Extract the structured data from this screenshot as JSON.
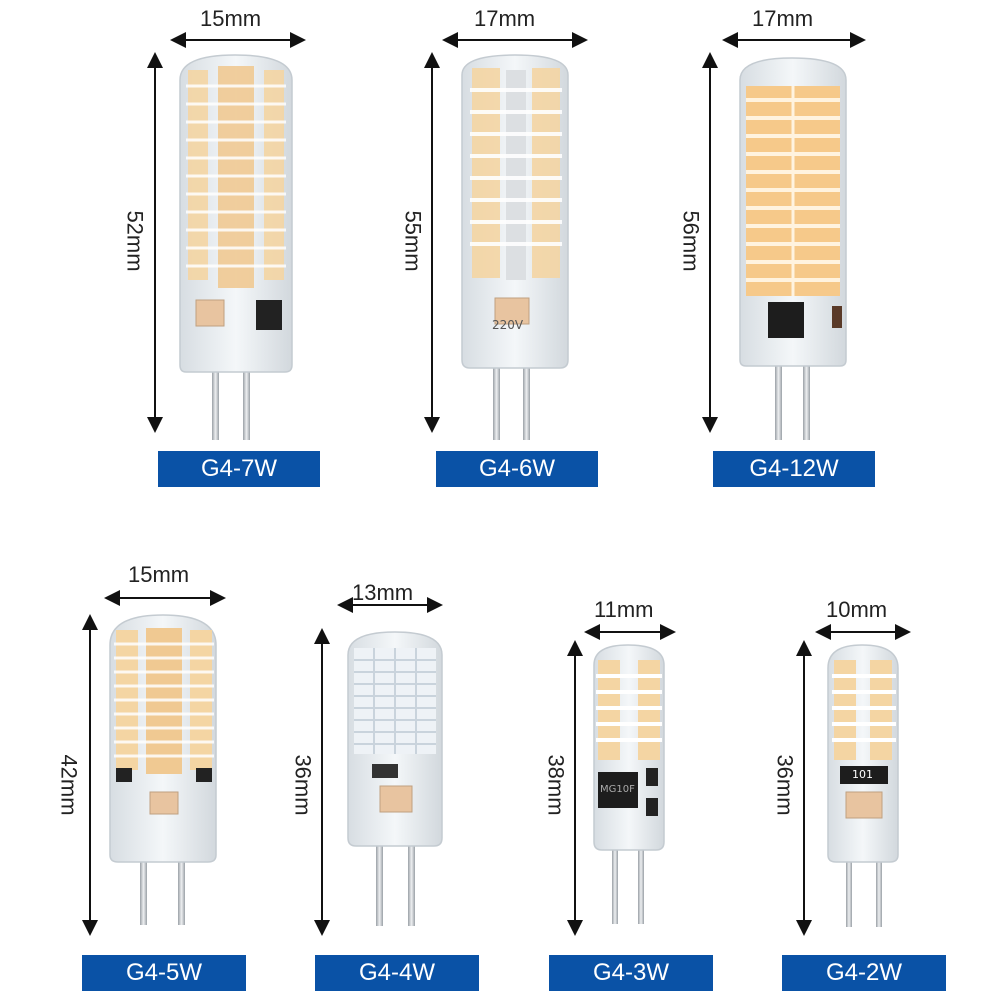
{
  "products": [
    {
      "id": "g4-7w",
      "label": "G4-7W",
      "width": "15mm",
      "height": "52mm",
      "led_color": "#f4d5a3"
    },
    {
      "id": "g4-6w",
      "label": "G4-6W",
      "width": "17mm",
      "height": "55mm",
      "led_color": "#f4d5a3"
    },
    {
      "id": "g4-12w",
      "label": "G4-12W",
      "width": "17mm",
      "height": "56mm",
      "led_color": "#f6c98a"
    },
    {
      "id": "g4-5w",
      "label": "G4-5W",
      "width": "15mm",
      "height": "42mm",
      "led_color": "#f4d5a3"
    },
    {
      "id": "g4-4w",
      "label": "G4-4W",
      "width": "13mm",
      "height": "36mm",
      "led_color": "#f2f2f2"
    },
    {
      "id": "g4-3w",
      "label": "G4-3W",
      "width": "11mm",
      "height": "38mm",
      "led_color": "#f4d5a3"
    },
    {
      "id": "g4-2w",
      "label": "G4-2W",
      "width": "10mm",
      "height": "36mm",
      "led_color": "#f4d5a3"
    }
  ],
  "chip_text": {
    "g4-6w": "220V",
    "g4-3w": "MG10F",
    "g4-2w": "101"
  },
  "colors": {
    "label_bg": "#0a52a6",
    "label_text": "#ffffff",
    "silicone": "#e9eef2",
    "pin": "#c9ccd0"
  }
}
